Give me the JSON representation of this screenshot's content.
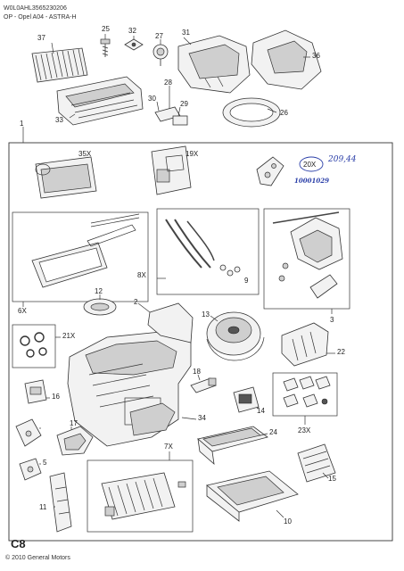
{
  "header": {
    "vin": "W0L0AHL3565230206",
    "model": "OP - Opel A04 - ASTRA-H"
  },
  "callouts": {
    "c1": "1",
    "c2": "2",
    "c3": "3",
    "c5": "5",
    "c6x": "6X",
    "c7x": "7X",
    "c8x": "8X",
    "c9": "9",
    "c10": "10",
    "c11": "11",
    "c12": "12",
    "c13": "13",
    "c14": "14",
    "c15": "15",
    "c16": "16",
    "c17": "17",
    "c18": "18",
    "c19x": "19X",
    "c20x": "20X",
    "c21x": "21X",
    "c22": "22",
    "c23x": "23X",
    "c24": "24",
    "c25": "25",
    "c26": "26",
    "c27": "27",
    "c28": "28",
    "c29": "29",
    "c30": "30",
    "c31": "31",
    "c32": "32",
    "c33": "33",
    "c34": "34",
    "c35x": "35X",
    "c36": "36",
    "c37": "37"
  },
  "handwritten": {
    "note_price": "209,44",
    "note_code": "10001029"
  },
  "footer": {
    "page_code": "C8",
    "copyright": "© 2010 General Motors"
  }
}
